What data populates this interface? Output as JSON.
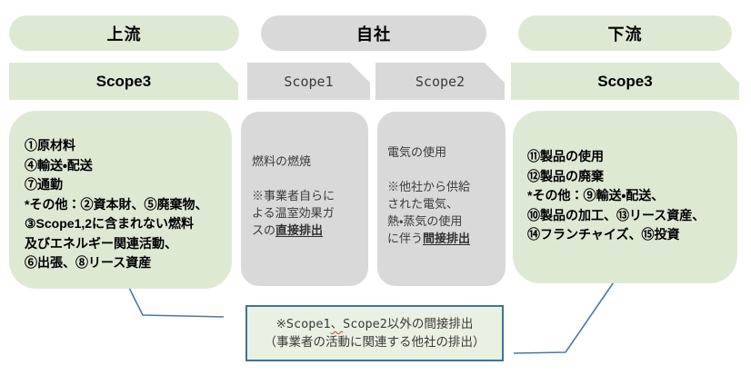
{
  "colors": {
    "shape_green": "#dee9d4",
    "shape_gray": "#d9d9d9",
    "note_fill": "#e9f1e2",
    "note_border": "#41719c",
    "connector_blue": "#4a77aa",
    "spellcheck_red": "#d03a2b"
  },
  "pills": {
    "upstream": "上流",
    "company": "自社",
    "downstream": "下流"
  },
  "banners": {
    "scope3_left": "Scope3",
    "scope1": "Scope1",
    "scope2": "Scope2",
    "scope3_right": "Scope3"
  },
  "upstream_box": {
    "lines": [
      "①原材料",
      "④輸送・配送",
      "⑦通勤",
      "*その他：②資本財、⑤廃棄物、",
      "③Scope1,2に含まれない燃料",
      "及びエネルギー関連活動、",
      "⑥出張、⑧リース資産"
    ]
  },
  "scope1_box": {
    "title": "燃料の燃焼",
    "note_lines": [
      "※事業者自らに",
      "よる温室効果ガ",
      "スの"
    ],
    "emphasis": "直接排出"
  },
  "scope2_box": {
    "title": "電気の使用",
    "note_lines": [
      "※他社から供給",
      "された電気、",
      "熱・蒸気の使用",
      "に伴う"
    ],
    "emphasis": "間接排出"
  },
  "downstream_box": {
    "lines": [
      "⑪製品の使用",
      "⑫製品の廃棄",
      "*その他：⑨輸送・配送、",
      "⑩製品の加工、⑬リース資産、",
      "⑭フランチャイズ、⑮投資"
    ]
  },
  "note_box": {
    "line1_prefix": "※Scope1",
    "line1_comma": "、",
    "line1_rest": "Scope2以外の間接排出",
    "line2": "（事業者の活動に関連する他社の排出）"
  }
}
